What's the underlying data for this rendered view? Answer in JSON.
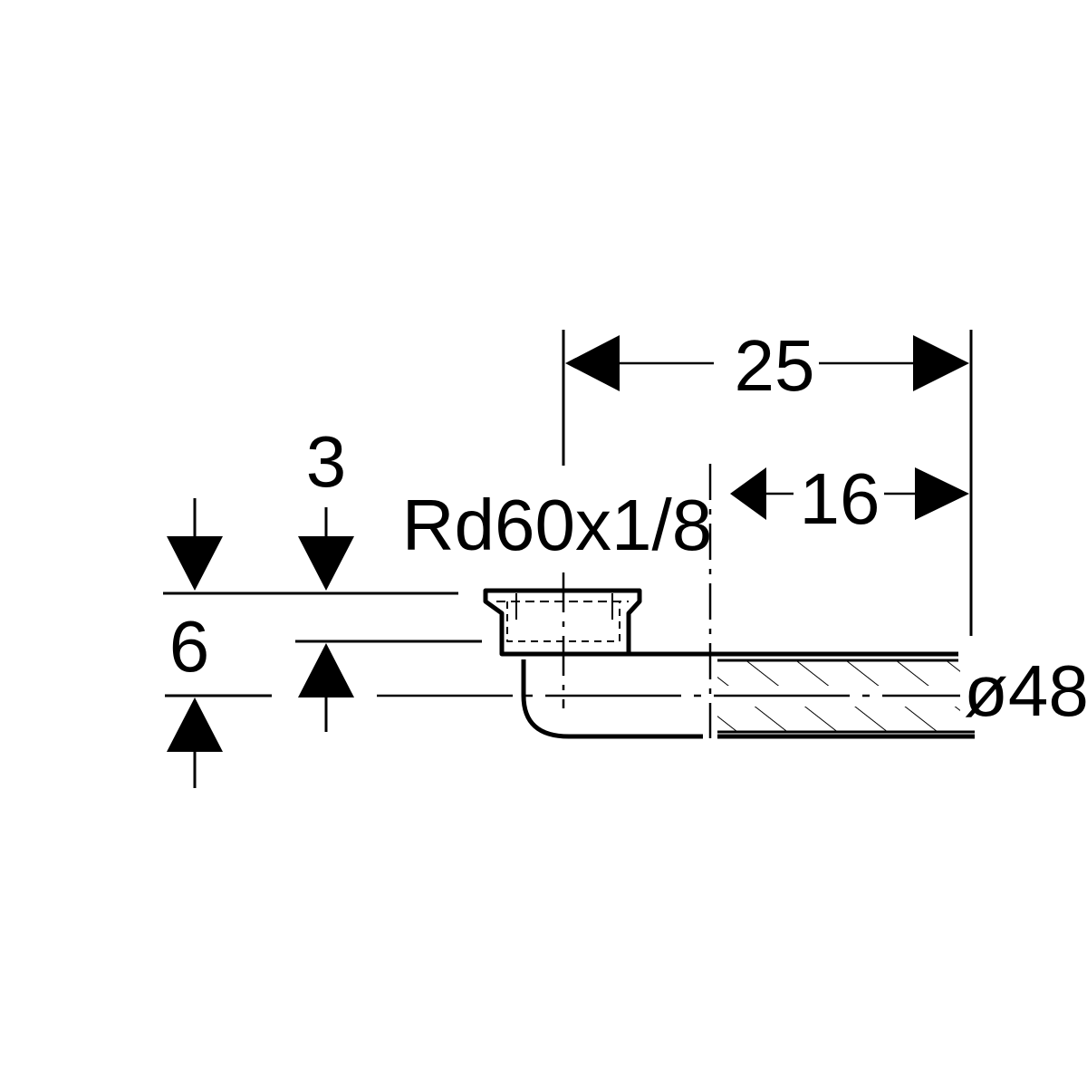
{
  "diagram": {
    "colors": {
      "background": "#ffffff",
      "line": "#000000"
    },
    "dimensions": {
      "length_total": "25",
      "length_partial": "16",
      "thread": "Rd60x1/8",
      "depth_total": "6",
      "depth_partial": "3",
      "diameter": "ø48"
    }
  }
}
